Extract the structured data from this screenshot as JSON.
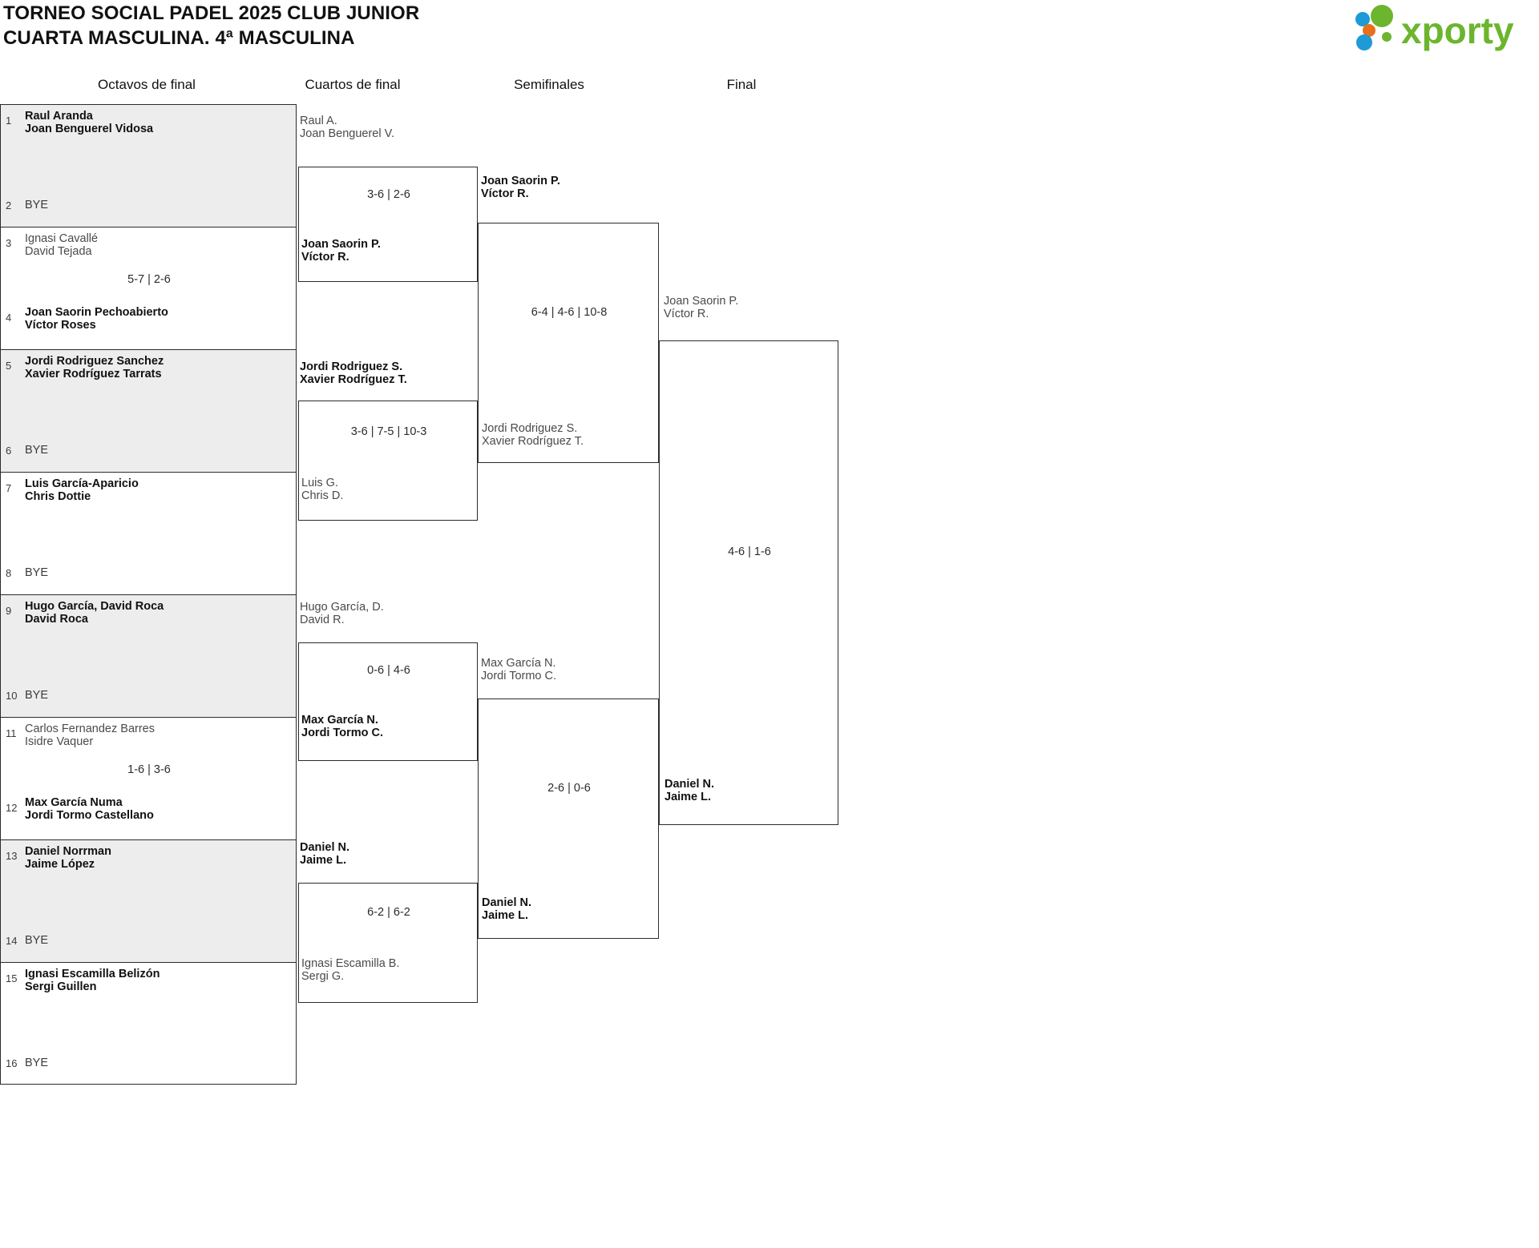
{
  "header": {
    "title": "TORNEO SOCIAL PADEL 2025 CLUB JUNIOR\nCUARTA MASCULINA. 4ª MASCULINA",
    "logo_text": "xporty",
    "logo_colors": {
      "blue": "#1e9ad6",
      "orange": "#e8701a",
      "green": "#6cb52d"
    }
  },
  "rounds": [
    {
      "label": "Octavos de final"
    },
    {
      "label": "Cuartos de final"
    },
    {
      "label": "Semifinales"
    },
    {
      "label": "Final"
    }
  ],
  "round1": {
    "matches": [
      {
        "seed_top": "1",
        "seed_bottom": "2",
        "top": "Raul Aranda\nJoan Benguerel Vidosa",
        "top_result": "winner",
        "bottom": "BYE",
        "bottom_result": "bye",
        "score": ""
      },
      {
        "seed_top": "3",
        "seed_bottom": "4",
        "top": "Ignasi Cavallé\nDavid Tejada",
        "top_result": "loser",
        "bottom": "Joan Saorin Pechoabierto\nVíctor Roses",
        "bottom_result": "winner",
        "score": "5-7 | 2-6"
      },
      {
        "seed_top": "5",
        "seed_bottom": "6",
        "top": "Jordi Rodriguez Sanchez\nXavier Rodríguez Tarrats",
        "top_result": "winner",
        "bottom": "BYE",
        "bottom_result": "bye",
        "score": ""
      },
      {
        "seed_top": "7",
        "seed_bottom": "8",
        "top": "Luis García-Aparicio\nChris Dottie",
        "top_result": "winner",
        "bottom": "BYE",
        "bottom_result": "bye",
        "score": ""
      },
      {
        "seed_top": "9",
        "seed_bottom": "10",
        "top": "Hugo García, David Roca\nDavid Roca",
        "top_result": "winner",
        "bottom": "BYE",
        "bottom_result": "bye",
        "score": ""
      },
      {
        "seed_top": "11",
        "seed_bottom": "12",
        "top": "Carlos Fernandez Barres\nIsidre Vaquer",
        "top_result": "loser",
        "bottom": "Max García Numa\nJordi Tormo Castellano",
        "bottom_result": "winner",
        "score": "1-6 | 3-6"
      },
      {
        "seed_top": "13",
        "seed_bottom": "14",
        "top": "Daniel Norrman\nJaime López",
        "top_result": "winner",
        "bottom": "BYE",
        "bottom_result": "bye",
        "score": ""
      },
      {
        "seed_top": "15",
        "seed_bottom": "16",
        "top": "Ignasi Escamilla Belizón\nSergi Guillen",
        "top_result": "winner",
        "bottom": "BYE",
        "bottom_result": "bye",
        "score": ""
      }
    ]
  },
  "round2": {
    "matches": [
      {
        "top": "Raul A.\nJoan Benguerel V.",
        "top_result": "loser",
        "bottom": "Joan Saorin P.\nVíctor R.",
        "bottom_result": "winner",
        "score": "3-6 | 2-6"
      },
      {
        "top": "Jordi Rodriguez S.\nXavier Rodríguez T.",
        "top_result": "winner",
        "bottom": "Luis G.\nChris D.",
        "bottom_result": "loser",
        "score": "3-6 | 7-5 | 10-3"
      },
      {
        "top": "Hugo García, D.\nDavid R.",
        "top_result": "loser",
        "bottom": "Max García N.\nJordi Tormo C.",
        "bottom_result": "winner",
        "score": "0-6 | 4-6"
      },
      {
        "top": "Daniel N.\nJaime L.",
        "top_result": "winner",
        "bottom": "Ignasi Escamilla B.\nSergi G.",
        "bottom_result": "loser",
        "score": "6-2 | 6-2"
      }
    ]
  },
  "round3": {
    "matches": [
      {
        "top": "Joan Saorin P.\nVíctor R.",
        "top_result": "winner",
        "bottom": "Jordi Rodriguez S.\nXavier Rodríguez T.",
        "bottom_result": "loser",
        "score": "6-4 | 4-6 | 10-8"
      },
      {
        "top": "Max García N.\nJordi Tormo C.",
        "top_result": "loser",
        "bottom": "Daniel N.\nJaime L.",
        "bottom_result": "winner",
        "score": "2-6 | 0-6"
      }
    ]
  },
  "round4": {
    "matches": [
      {
        "top": "Joan Saorin P.\nVíctor R.",
        "top_result": "loser",
        "bottom": "Daniel N.\nJaime L.",
        "bottom_result": "winner",
        "score": "4-6 | 1-6"
      }
    ]
  }
}
